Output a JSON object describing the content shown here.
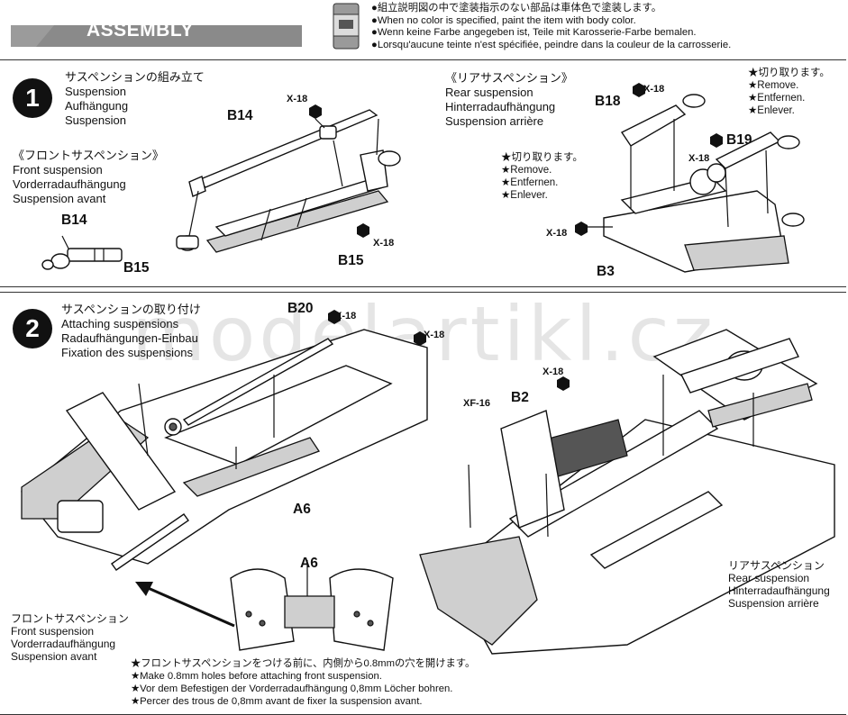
{
  "header": {
    "title": "ASSEMBLY",
    "paint_notes": [
      "●組立説明図の中で塗装指示のない部品は車体色で塗装します。",
      "●When no color is specified, paint the item with body color.",
      "●Wenn keine Farbe angegeben ist, Teile mit Karosserie-Farbe bemalen.",
      "●Lorsqu'aucune teinte n'est spécifiée, peindre dans la couleur de la carrosserie."
    ]
  },
  "watermark": "modelartikl.cz",
  "step1": {
    "number": "1",
    "title": [
      "サスペンションの組み立て",
      "Suspension",
      "Aufhängung",
      "Suspension"
    ],
    "front": {
      "title": [
        "《フロントサスペンション》",
        "Front suspension",
        "Vorderradaufhängung",
        "Suspension avant"
      ],
      "labels": {
        "b14_small": "B14",
        "b15_small": "B15",
        "b14": "B14",
        "b15": "B15",
        "x18_a": "X-18",
        "x18_b": "X-18"
      }
    },
    "rear": {
      "title": [
        "《リアサスペンション》",
        "Rear suspension",
        "Hinterradaufhängung",
        "Suspension arrière"
      ],
      "remove_right": [
        "★切り取ります。",
        "★Remove.",
        "★Entfernen.",
        "★Enlever."
      ],
      "remove_left": [
        "★切り取ります。",
        "★Remove.",
        "★Entfernen.",
        "★Enlever."
      ],
      "labels": {
        "b18": "B18",
        "b19": "B19",
        "b3": "B3",
        "x18_a": "X-18",
        "x18_b": "X-18",
        "x18_c": "X-18"
      }
    }
  },
  "step2": {
    "number": "2",
    "title": [
      "サスペンションの取り付け",
      "Attaching suspensions",
      "Radaufhängungen-Einbau",
      "Fixation des suspensions"
    ],
    "labels": {
      "b20": "B20",
      "x18_a": "X-18",
      "x18_b": "X-18",
      "a6_a": "A6",
      "a6_b": "A6",
      "x18_c": "X-18",
      "xf16": "XF-16",
      "b2": "B2"
    },
    "front_label": [
      "フロントサスペンション",
      "Front suspension",
      "Vorderradaufhängung",
      "Suspension avant"
    ],
    "rear_label": [
      "リアサスペンション",
      "Rear suspension",
      "Hinterradaufhängung",
      "Suspension arrière"
    ],
    "notes": [
      "★フロントサスペンションをつける前に、内側から0.8mmの穴を開けます。",
      "★Make 0.8mm holes before attaching front suspension.",
      "★Vor dem Befestigen der Vorderradaufhängung 0,8mm Löcher bohren.",
      "★Percer des trous de 0,8mm avant de fixer la suspension avant."
    ]
  }
}
